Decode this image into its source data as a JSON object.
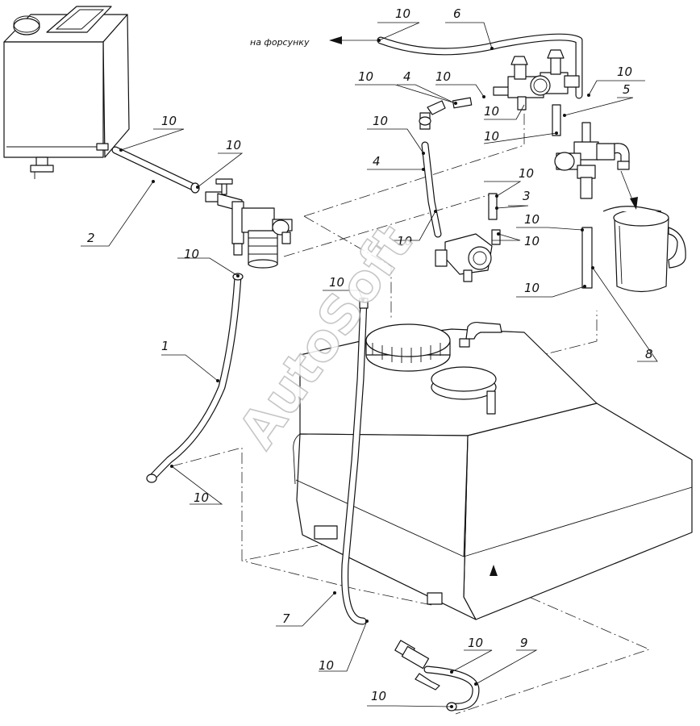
{
  "note": "на форсунку",
  "watermark": "AutoSoft",
  "labels": [
    "10",
    "6",
    "10",
    "4",
    "10",
    "5",
    "10",
    "10",
    "10",
    "4",
    "10",
    "10",
    "2",
    "10",
    "3",
    "10",
    "10",
    "10",
    "10",
    "1",
    "8",
    "10",
    "7",
    "10",
    "10",
    "9",
    "10"
  ]
}
